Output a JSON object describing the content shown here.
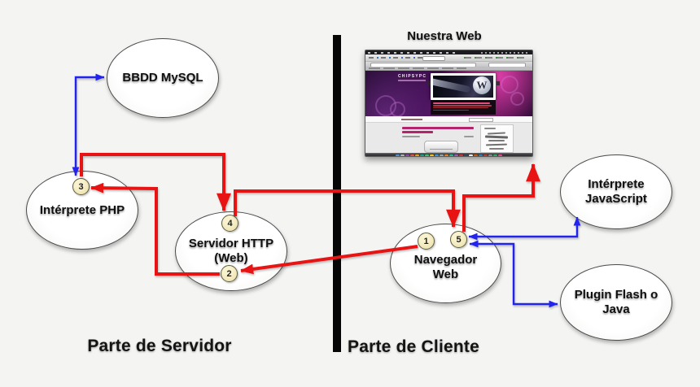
{
  "canvas": {
    "background": "#f4f4f2"
  },
  "colors": {
    "request_arrow": "#e81414",
    "script_arrow": "#2323ee",
    "divider": "#060606",
    "badge_fill": "#ecdfa9",
    "badge_border": "#5c5c40"
  },
  "sections": {
    "server_label": "Parte de Servidor",
    "client_label": "Parte de Cliente"
  },
  "nodes": {
    "mysql": {
      "label": "BBDD MySQL"
    },
    "php": {
      "label": "Intérprete PHP"
    },
    "http": {
      "label": "Servidor HTTP\n(Web)"
    },
    "navigator": {
      "label": "Navegador\nWeb"
    },
    "js": {
      "label": "Intérprete\nJavaScript"
    },
    "plugin": {
      "label": "Plugin Flash o\nJava"
    }
  },
  "steps": {
    "s1": "1",
    "s2": "2",
    "s3": "3",
    "s4": "4",
    "s5": "5"
  },
  "web": {
    "caption": "Nuestra Web",
    "site_logo": "CHIPSYPC",
    "wordpress_w": "W",
    "dock_icon_colors": [
      "#4a90d9",
      "#b0b0b8",
      "#8e44ad",
      "#e74c3c",
      "#f39c12",
      "#16a085",
      "#2ecc71",
      "#f1c40f",
      "#3498db",
      "#95a5a6",
      "#e67e22",
      "#1abc9c",
      "#9b59b6",
      "#d63031",
      "#34495e",
      "#ececec",
      "#d35400",
      "#2980b9",
      "#c0392b",
      "#7f8c8d",
      "#27ae60",
      "#e84393"
    ]
  }
}
